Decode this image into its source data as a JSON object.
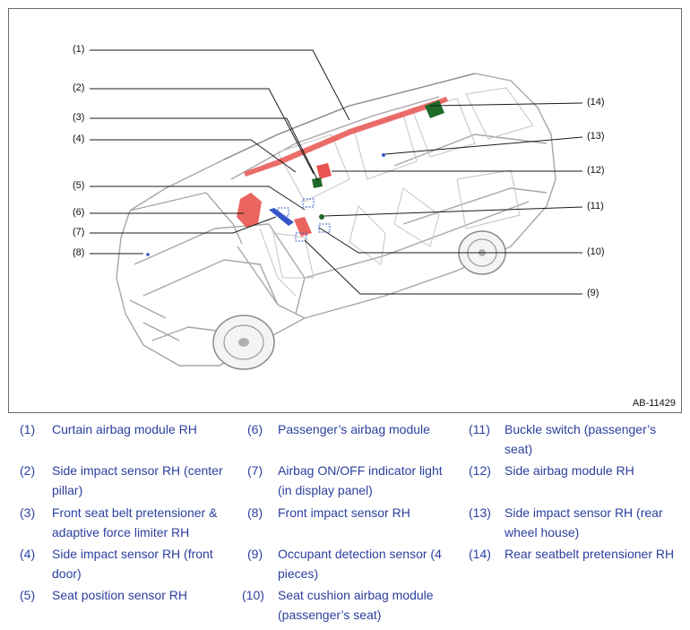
{
  "figure": {
    "id_label": "AB-11429",
    "colors": {
      "airbag_red": "#e8534f",
      "sensor_green": "#1f6b2a",
      "indicator_blue": "#3557c9",
      "outline_gray": "#9a9a9a"
    },
    "callouts": [
      "(1)",
      "(2)",
      "(3)",
      "(4)",
      "(5)",
      "(6)",
      "(7)",
      "(8)",
      "(14)",
      "(13)",
      "(12)",
      "(11)",
      "(10)",
      "(9)"
    ]
  },
  "legend": [
    {
      "num": "(1)",
      "lines": [
        "Curtain airbag module RH"
      ]
    },
    {
      "num": "(2)",
      "lines": [
        "Side impact sensor RH (center",
        "pillar)"
      ]
    },
    {
      "num": "(3)",
      "lines": [
        "Front seat belt pretensioner &",
        "adaptive force limiter RH"
      ]
    },
    {
      "num": "(4)",
      "lines": [
        "Side impact sensor RH (front",
        "door)"
      ]
    },
    {
      "num": "(5)",
      "lines": [
        "Seat position sensor RH"
      ]
    },
    {
      "num": "(6)",
      "lines": [
        "Passenger’s airbag module"
      ]
    },
    {
      "num": "(7)",
      "lines": [
        "Airbag ON/OFF indicator light",
        "(in display panel)"
      ]
    },
    {
      "num": "(8)",
      "lines": [
        "Front impact sensor RH"
      ]
    },
    {
      "num": "(9)",
      "lines": [
        "Occupant detection sensor (4",
        "pieces)"
      ]
    },
    {
      "num": "(10)",
      "lines": [
        "Seat cushion airbag module",
        "(passenger’s seat)"
      ]
    },
    {
      "num": "(11)",
      "lines": [
        "Buckle switch (passenger’s",
        "seat)"
      ]
    },
    {
      "num": "(12)",
      "lines": [
        "Side airbag module RH"
      ]
    },
    {
      "num": "(13)",
      "lines": [
        "Side impact sensor RH (rear",
        "wheel house)"
      ]
    },
    {
      "num": "(14)",
      "lines": [
        "Rear seatbelt pretensioner RH"
      ]
    }
  ]
}
